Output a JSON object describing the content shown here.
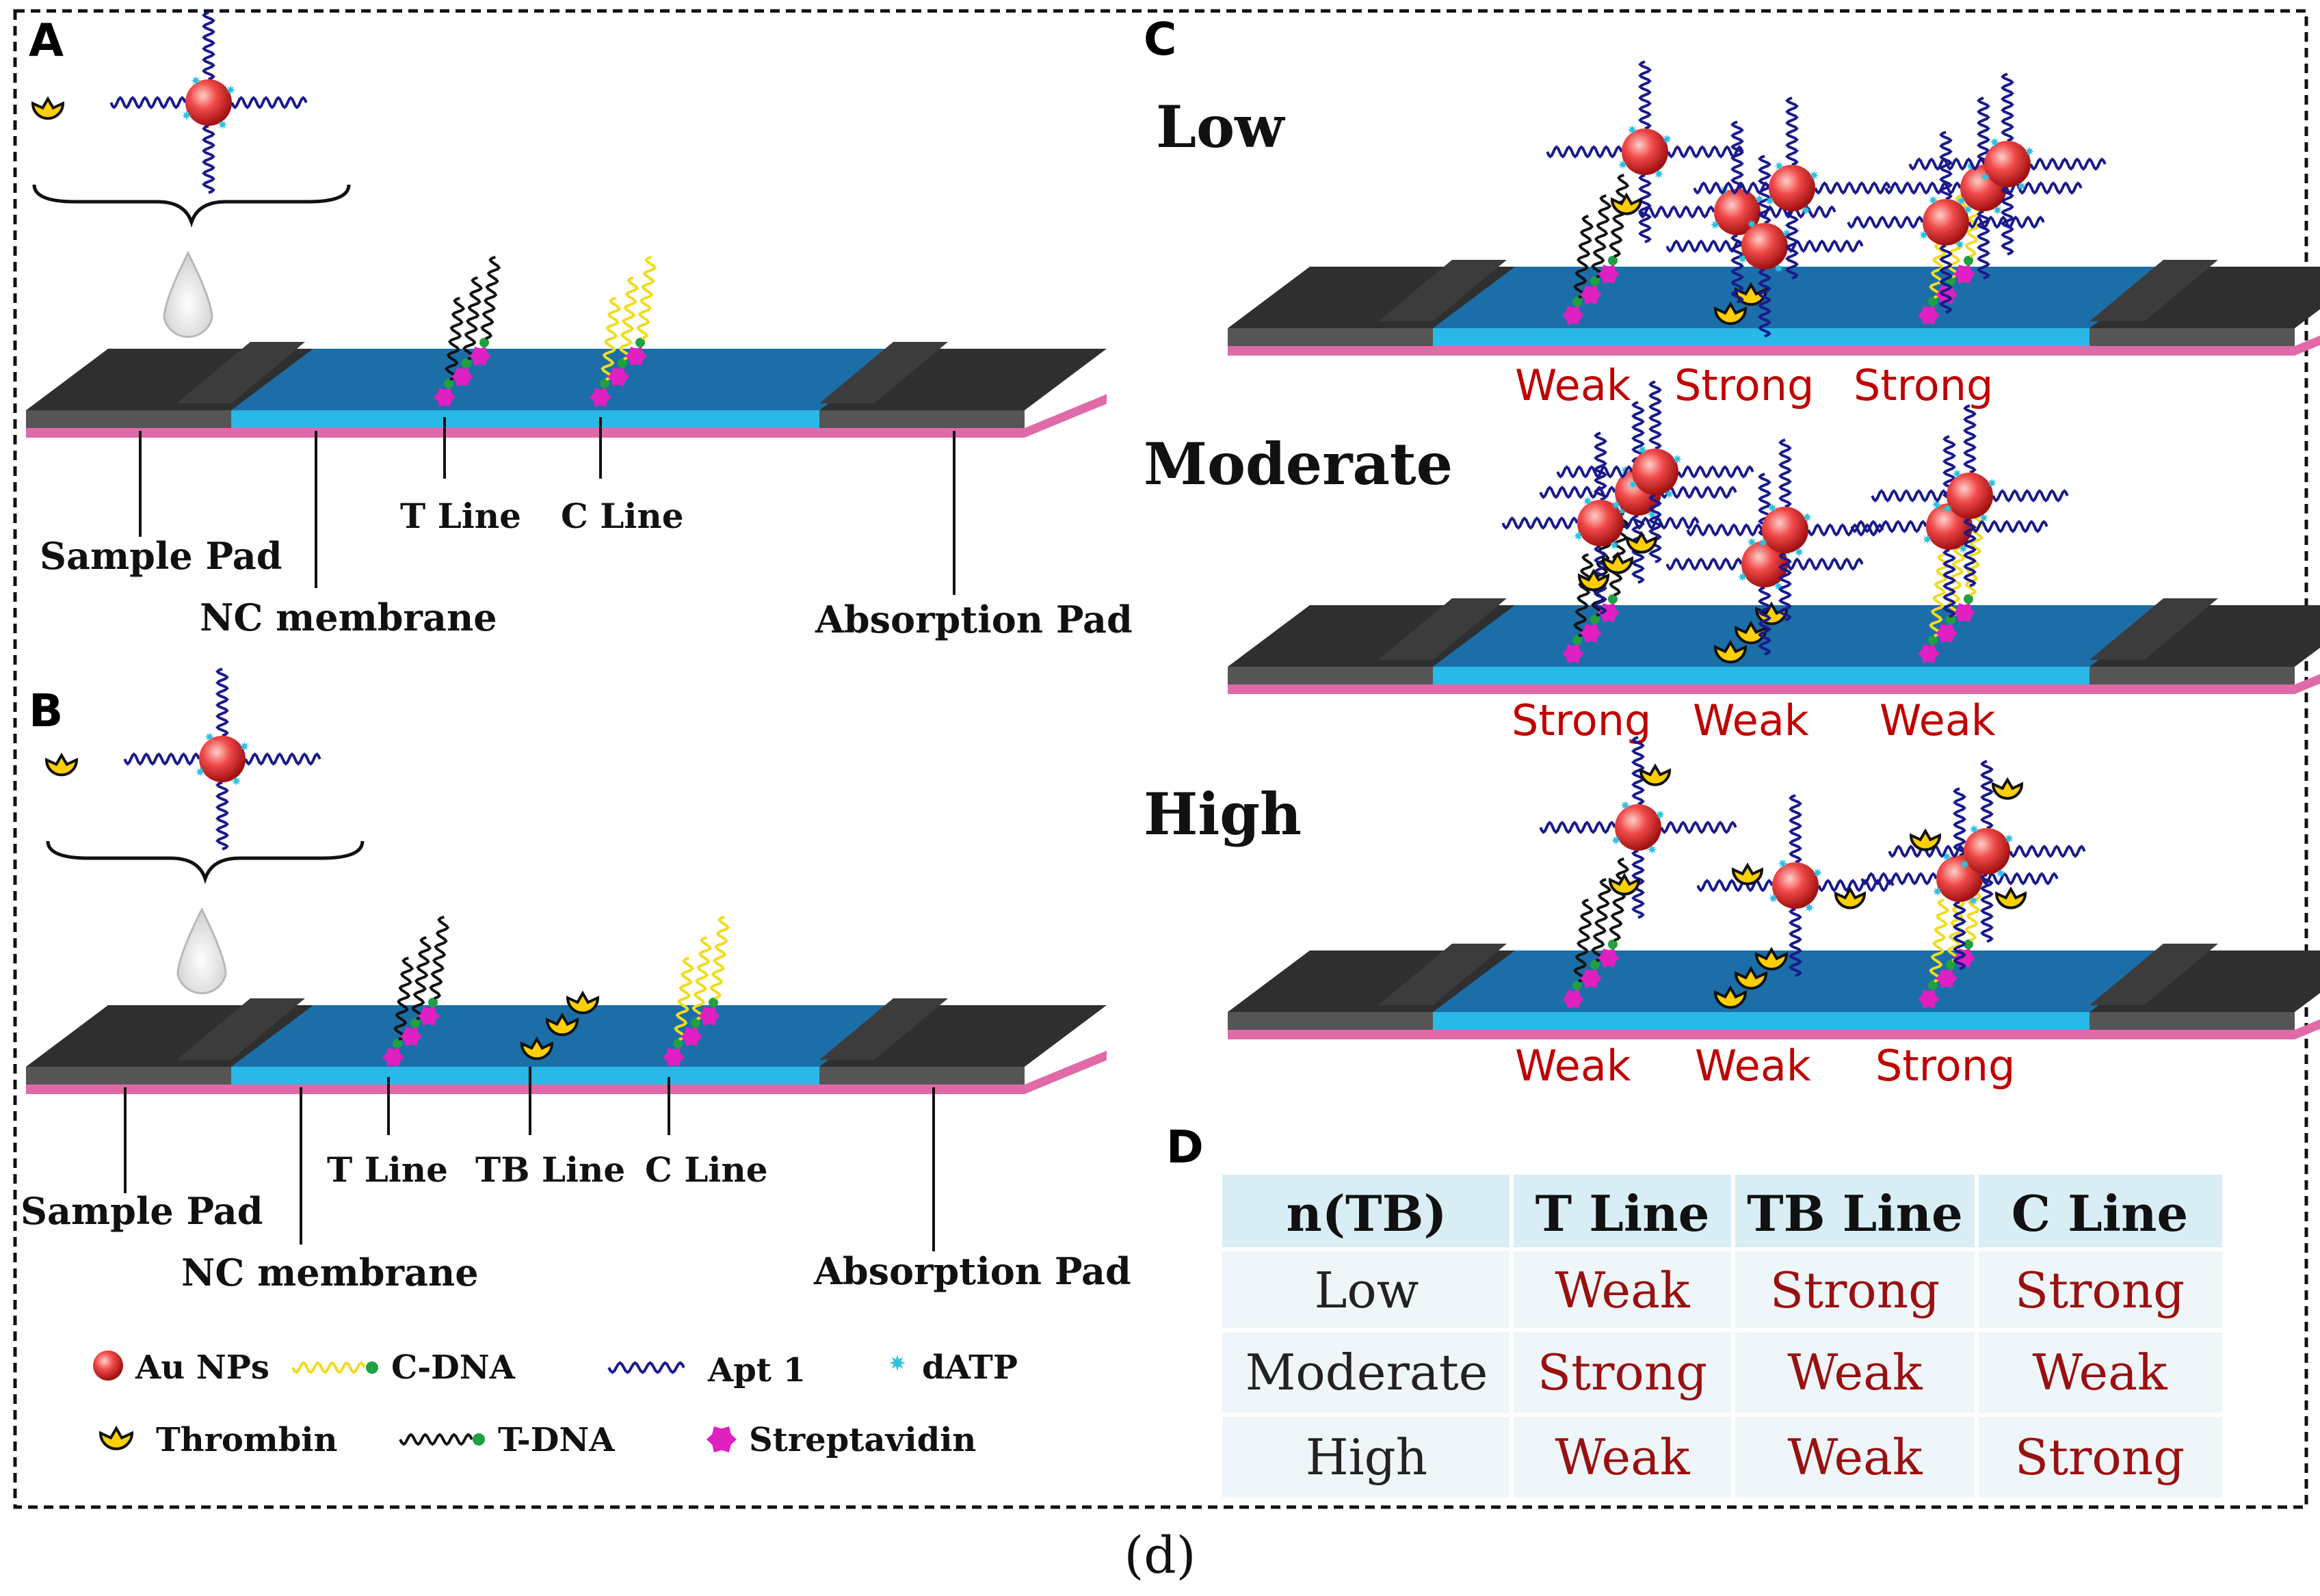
{
  "panels": {
    "A": {
      "letter": "A",
      "labels": {
        "sample_pad": "Sample Pad",
        "nc_membrane": "NC membrane",
        "t_line": "T Line",
        "c_line": "C Line",
        "absorption_pad": "Absorption Pad"
      }
    },
    "B": {
      "letter": "B",
      "labels": {
        "sample_pad": "Sample Pad",
        "nc_membrane": "NC membrane",
        "t_line": "T Line",
        "tb_line": "TB Line",
        "c_line": "C Line",
        "absorption_pad": "Absorption Pad"
      }
    },
    "C": {
      "letter": "C",
      "rows": [
        {
          "level": "Low",
          "results": [
            "Weak",
            "Strong",
            "Strong"
          ]
        },
        {
          "level": "Moderate",
          "results": [
            "Strong",
            "Weak",
            "Weak"
          ]
        },
        {
          "level": "High",
          "results": [
            "Weak",
            "Weak",
            "Strong"
          ]
        }
      ]
    },
    "D": {
      "letter": "D",
      "headers": [
        "n(TB)",
        "T Line",
        "TB Line",
        "C Line"
      ],
      "rows": [
        [
          "Low",
          "Weak",
          "Strong",
          "Strong"
        ],
        [
          "Moderate",
          "Strong",
          "Weak",
          "Weak"
        ],
        [
          "High",
          "Weak",
          "Weak",
          "Strong"
        ]
      ]
    }
  },
  "legend": [
    {
      "icon": "au-nanoparticle-icon",
      "label": "Au NPs"
    },
    {
      "icon": "c-dna-icon",
      "label": "C-DNA"
    },
    {
      "icon": "aptamer-icon",
      "label": "Apt 1"
    },
    {
      "icon": "datp-icon",
      "label": "dATP"
    },
    {
      "icon": "thrombin-icon",
      "label": "Thrombin"
    },
    {
      "icon": "t-dna-icon",
      "label": "T-DNA"
    },
    {
      "icon": "streptavidin-icon",
      "label": "Streptavidin"
    }
  ],
  "caption": "(d)",
  "colors": {
    "membrane": "#1b6ea8",
    "membrane_edge": "#2ab8e8",
    "pad": "#3a3a3a",
    "backing": "#e06aa8",
    "nanoparticle": "#e83a3a",
    "c_dna": "#f0dc20",
    "t_dna": "#111111",
    "aptamer": "#1a1a8c",
    "datp": "#30c0e0",
    "thrombin": "#ffd000",
    "streptavidin": "#e020c0",
    "result_text": "#c00000",
    "table_header_bg": "#d8eef4",
    "table_row_bg": "#eef6f9"
  }
}
